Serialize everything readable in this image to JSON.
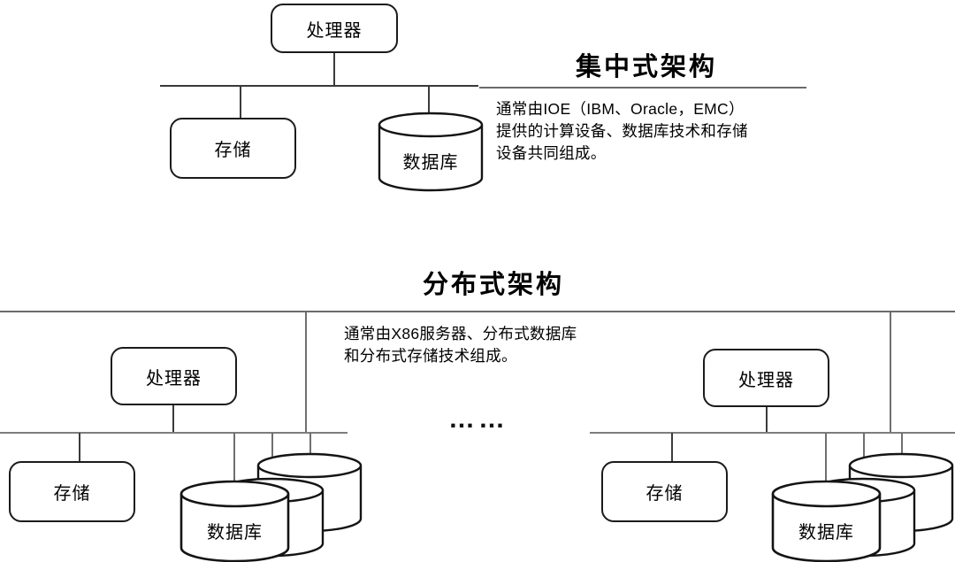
{
  "diagram": {
    "title_centralized": "集中式架构",
    "title_distributed": "分布式架构",
    "desc_centralized": "通常由IOE（IBM、Oracle，EMC）\n提供的计算设备、数据库技术和存储\n设备共同组成。",
    "desc_distributed": "通常由X86服务器、分布式数据库\n和分布式存储技术组成。",
    "ellipsis": "……",
    "labels": {
      "processor": "处理器",
      "storage": "存储",
      "database": "数据库"
    },
    "nodes": {
      "centralized": {
        "processor": "处理器",
        "storage": "存储",
        "database": "数据库"
      },
      "distributed_left": {
        "processor": "处理器",
        "storage": "存储",
        "database": "数据库"
      },
      "distributed_right": {
        "processor": "处理器",
        "storage": "存储",
        "database": "数据库"
      }
    },
    "colors": {
      "stroke": "#1b1b1b",
      "bus": "#7d7d7d",
      "rule": "#6a6a6a",
      "background": "#ffffff",
      "text": "#000000"
    }
  }
}
